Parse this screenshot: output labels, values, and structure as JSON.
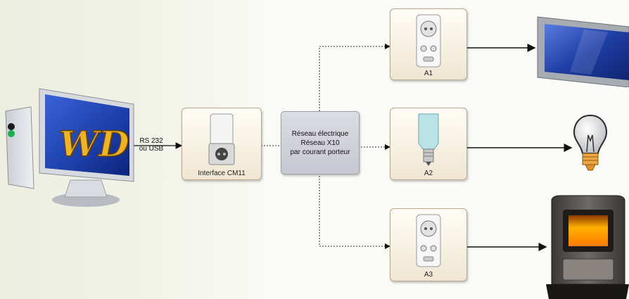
{
  "connection_label": {
    "line1": "RS 232",
    "line2": "ou USB"
  },
  "interface": {
    "label": "Interface CM11"
  },
  "network": {
    "line1": "Réseau électrique",
    "line2": "Réseau X10",
    "line3": "par courant porteur"
  },
  "modules": [
    {
      "label": "A1",
      "type": "socket-module",
      "device": "flat-screen-tv"
    },
    {
      "label": "A2",
      "type": "lamp-socket-module",
      "device": "light-bulb"
    },
    {
      "label": "A3",
      "type": "socket-module",
      "device": "pellet-stove"
    }
  ],
  "computer": {
    "logo_text": "WD"
  },
  "colors": {
    "box_border": "#b9a88f",
    "network_fill": "#c7c7d1",
    "wire": "#222222",
    "screen_blue": "#1b3ea8",
    "logo_gold": "#f0b321"
  }
}
